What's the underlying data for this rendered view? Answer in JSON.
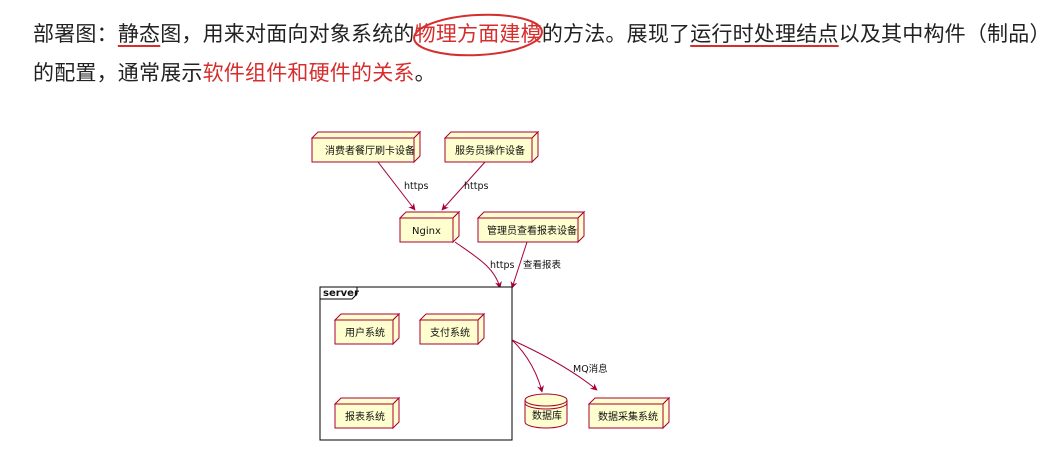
{
  "description": {
    "line1": {
      "p1": "部署图：",
      "p2": "静态",
      "p3": "图，用来对面向对象系统的",
      "p4": "物理方面建模",
      "p5": "的方法。展现了",
      "p6": "运行时处理结点",
      "p7": "以及其中构件（制品）"
    },
    "line2": {
      "p1": "的配置，通常展示",
      "p2": "软件组件和硬件的关系",
      "p3": "。"
    }
  },
  "colors": {
    "node_fill": "#fefece",
    "node_stroke": "#a80036",
    "edge": "#a80036",
    "annotation": "#d62d2d"
  },
  "diagram": {
    "nodes": {
      "consumer_device": "消费者餐厅刷卡设备",
      "waiter_device": "服务员操作设备",
      "nginx": "Nginx",
      "admin_device": "管理员查看报表设备",
      "user_system": "用户系统",
      "payment_system": "支付系统",
      "report_system": "报表系统",
      "database": "数据库",
      "data_collection": "数据采集系统"
    },
    "frame_title": "server",
    "edges": {
      "consumer_to_nginx": "https",
      "waiter_to_nginx": "https",
      "nginx_to_server": "https",
      "admin_to_server": "查看报表",
      "server_to_collection": "MQ消息"
    }
  }
}
